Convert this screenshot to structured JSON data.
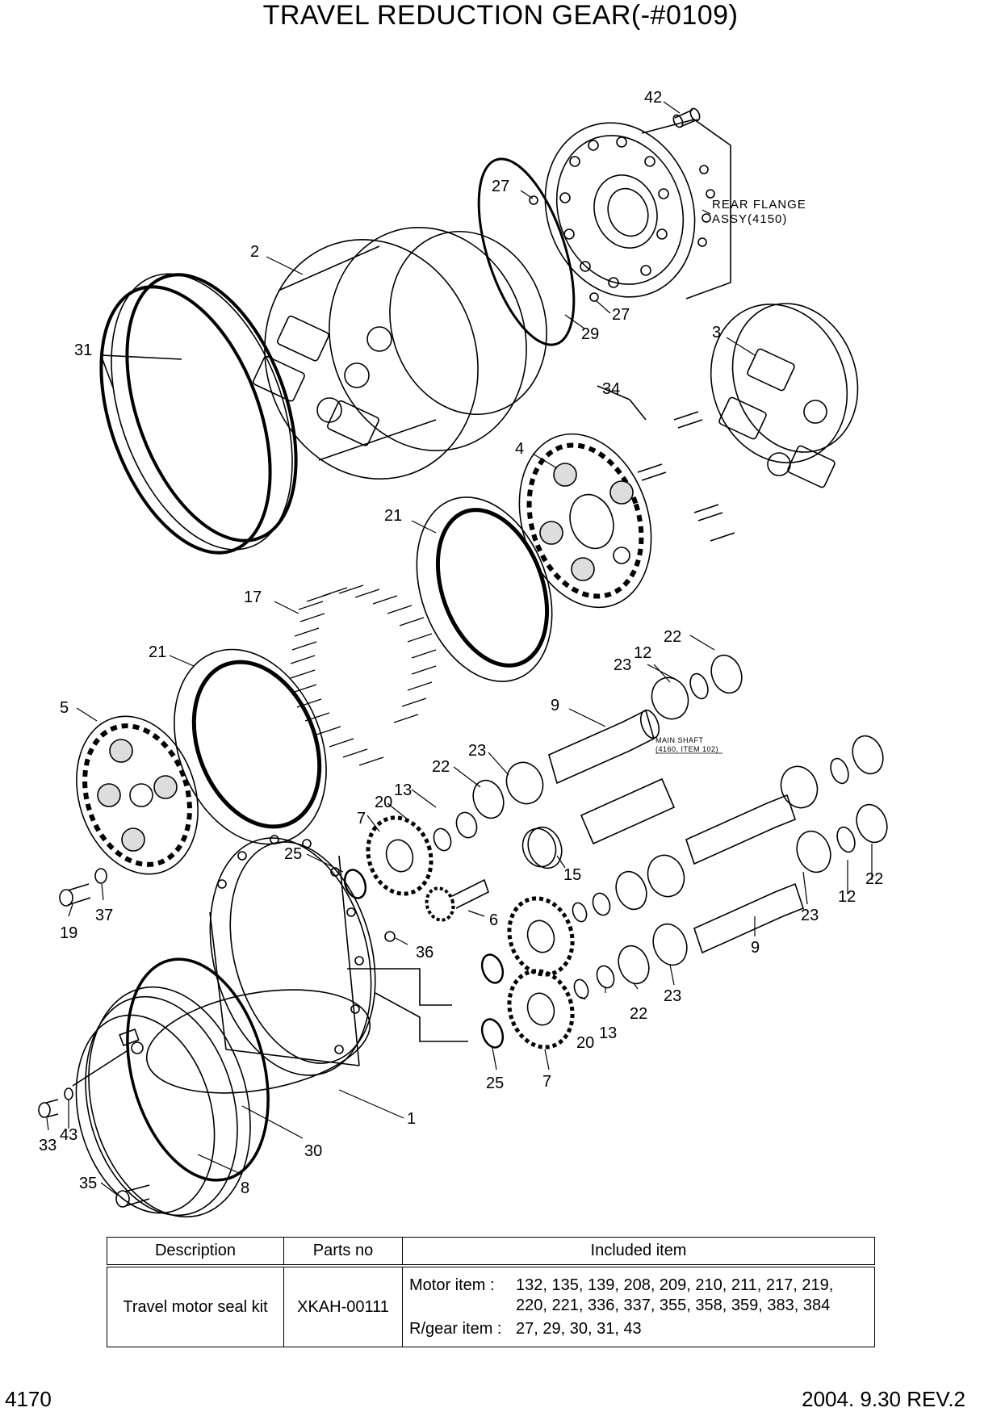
{
  "title": "TRAVEL REDUCTION GEAR(-#0109)",
  "notes": {
    "rear_flange_line1": "REAR FLANGE",
    "rear_flange_line2": "ASSY(4150)",
    "main_shaft_line1": "MAIN SHAFT",
    "main_shaft_line2": "(4160, ITEM 102)"
  },
  "callouts": [
    "42",
    "27",
    "2",
    "27",
    "29",
    "31",
    "3",
    "34",
    "4",
    "21",
    "17",
    "22",
    "21",
    "12",
    "23",
    "5",
    "9",
    "23",
    "22",
    "13",
    "20",
    "7",
    "25",
    "15",
    "19",
    "37",
    "6",
    "36",
    "22",
    "12",
    "23",
    "9",
    "23",
    "22",
    "13",
    "20",
    "25",
    "7",
    "1",
    "33",
    "43",
    "30",
    "35",
    "8"
  ],
  "table": {
    "headers": [
      "Description",
      "Parts no",
      "Included item"
    ],
    "rows": [
      {
        "description": "Travel motor seal kit",
        "parts_no": "XKAH-00111",
        "items": [
          {
            "label": "Motor item :",
            "value": "132, 135, 139, 208, 209, 210, 211, 217, 219, 220, 221, 336, 337, 355, 358, 359, 383, 384"
          },
          {
            "label": "R/gear item :",
            "value": "27, 29, 30, 31, 43"
          }
        ]
      }
    ]
  },
  "footer": {
    "page_number": "4170",
    "revision": "2004. 9.30 REV.2"
  }
}
